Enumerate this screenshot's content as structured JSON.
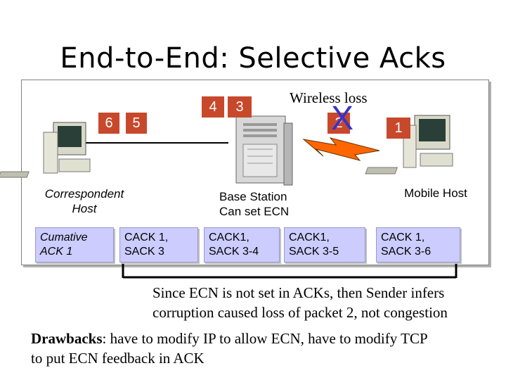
{
  "slide": {
    "title": "End-to-End: Selective Acks",
    "wireless_label": "Wireless loss",
    "loss_mark": "X",
    "packets": {
      "p6": "6",
      "p5": "5",
      "p4": "4",
      "p3": "3",
      "p2": "2",
      "p1": "1"
    },
    "nodes": {
      "correspondent": [
        "Correspondent",
        "Host"
      ],
      "base_station": [
        "Base Station",
        "Can set ECN"
      ],
      "mobile": "Mobile Host"
    },
    "acks": [
      [
        "Cumative",
        "ACK 1"
      ],
      [
        "CACK 1,",
        "SACK 3"
      ],
      [
        "CACK1,",
        "SACK 3-4"
      ],
      [
        "CACK1,",
        "SACK 3-5"
      ],
      [
        "CACK 1,",
        "SACK 3-6"
      ]
    ],
    "note": [
      "Since ECN is not set in ACKs, then Sender infers",
      "corruption caused loss of packet 2, not congestion"
    ],
    "drawbacks_head": "Drawbacks",
    "drawbacks_text": ": have to modify IP to allow ECN, have to modify TCP",
    "drawbacks_line2": "to put ECN feedback in ACK",
    "colors": {
      "packet": "#c8482c",
      "ack_bg": "#ccccff",
      "loss_mark": "#3333cc",
      "wireless": "#ff6600"
    }
  }
}
